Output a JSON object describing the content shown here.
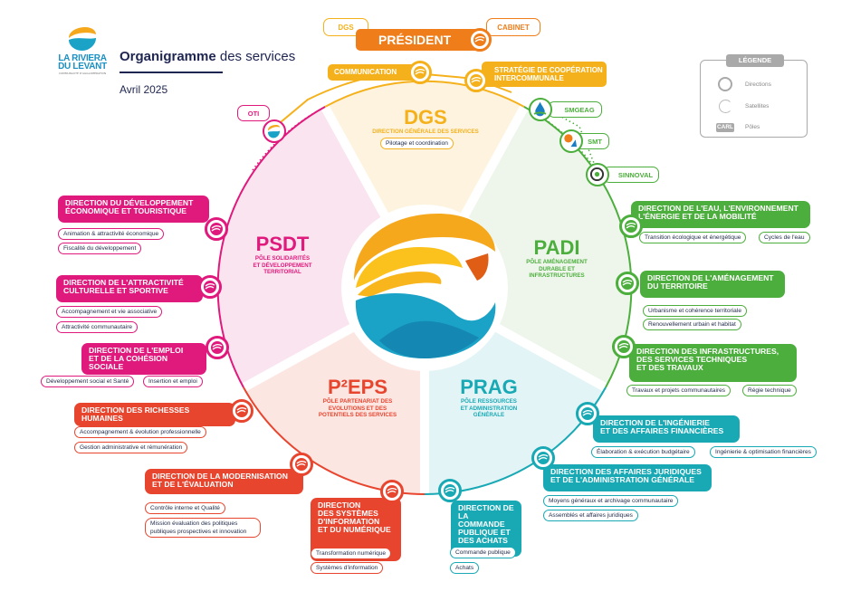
{
  "header": {
    "logo_line1": "LA RIVIERA",
    "logo_line2": "DU LEVANT",
    "logo_sub": "COMMUNAUTÉ D'AGGLOMÉRATION",
    "title_bold": "Organigramme",
    "title_rest": " des services",
    "date": "Avril 2025"
  },
  "colors": {
    "dgs": "#f5b11b",
    "president": "#ef7d1a",
    "padi": "#4cae3c",
    "prag": "#18a9b5",
    "p2eps": "#e8452f",
    "psdt": "#e0197d",
    "navy": "#1e2550"
  },
  "top": {
    "dgs_tag": "DGS",
    "president": "PRÉSIDENT",
    "cabinet": "CABINET",
    "communication": "COMMUNICATION",
    "strategie": [
      "STRATÉGIE DE COOPÉRATION",
      "INTERCOMMUNALE"
    ]
  },
  "legend": {
    "title": "LÉGENDE",
    "items": [
      {
        "icon": "direction-emblem-icon",
        "label": "Directions"
      },
      {
        "icon": "satellite-ring-icon",
        "label": "Satellites"
      },
      {
        "icon": "pole-tag",
        "tag": "CARL",
        "label": "Pôles"
      }
    ]
  },
  "satellites": [
    {
      "name": "OTI",
      "icon": "tourism-office-icon"
    },
    {
      "name": "SMGEAG",
      "icon": "water-drop-icon"
    },
    {
      "name": "SMT",
      "icon": "transport-icon"
    },
    {
      "name": "SINNOVAL",
      "icon": "waste-recycling-icon"
    }
  ],
  "poles": {
    "dgs": {
      "code": "DGS",
      "full": "DIRECTION GÉNÉRALE DES SERVICES",
      "sub": "Pilotage et coordination"
    },
    "padi": {
      "code": "PADI",
      "full": [
        "PÔLE AMÉNAGEMENT",
        "DURABLE ET",
        "INFRASTRUCTURES"
      ]
    },
    "prag": {
      "code": "PRAG",
      "full": [
        "PÔLE RESSOURCES",
        "ET ADMINISTRATION",
        "GÉNÉRALE"
      ]
    },
    "p2eps": {
      "code": "P²EPS",
      "full": [
        "PÔLE PARTENARIAT DES",
        "EVOLUTIONS ET DES",
        "POTENTIELS DES SERVICES"
      ]
    },
    "psdt": {
      "code": "PSDT",
      "full": [
        "PÔLE SOLIDARITÉS",
        "ET DÉVELOPPEMENT",
        "TERRITORIAL"
      ]
    }
  },
  "directions": {
    "padi": [
      {
        "title": [
          "DIRECTION DE L'EAU, L'ENVIRONNEMENT",
          "L'ÉNERGIE ET DE LA MOBILITÉ"
        ],
        "services": [
          "Transition écologique et énergétique",
          "Cycles de l'eau"
        ]
      },
      {
        "title": [
          "DIRECTION DE L'AMÉNAGEMENT",
          "DU TERRITOIRE"
        ],
        "services": [
          "Urbanisme et cohérence territoriale",
          "Renouvellement urbain et habitat"
        ]
      },
      {
        "title": [
          "DIRECTION DES INFRASTRUCTURES,",
          "DES SERVICES TECHNIQUES",
          "ET DES TRAVAUX"
        ],
        "services": [
          "Travaux et projets communautaires",
          "Régie technique"
        ]
      }
    ],
    "prag": [
      {
        "title": [
          "DIRECTION DE L'INGÉNIERIE",
          "ET DES AFFAIRES FINANCIÈRES"
        ],
        "services": [
          "Élaboration & exécution budgétaire",
          "Ingénierie & optimisation financières"
        ]
      },
      {
        "title": [
          "DIRECTION DES AFFAIRES JURIDIQUES",
          "ET DE L'ADMINISTRATION GÉNÉRALE"
        ],
        "services": [
          "Moyens généraux et archivage communautaire",
          "Assemblés et affaires juridiques"
        ]
      },
      {
        "title": [
          "DIRECTION DE",
          "LA COMMANDE",
          "PUBLIQUE ET",
          "DES ACHATS"
        ],
        "services": [
          "Commande publique",
          "Achats"
        ]
      }
    ],
    "p2eps": [
      {
        "title": [
          "DIRECTION",
          "DES SYSTÈMES",
          "D'INFORMATION",
          "ET DU NUMÉRIQUE"
        ],
        "services": [
          "Transformation numérique",
          "Systèmes d'information"
        ]
      },
      {
        "title": [
          "DIRECTION DE LA MODERNISATION",
          "ET DE L'ÉVALUATION"
        ],
        "services": [
          "Contrôle interne et Qualité",
          "Mission évaluation des politiques publiques prospectives et innovation"
        ]
      },
      {
        "title": [
          "DIRECTION DES RICHESSES HUMAINES"
        ],
        "services": [
          "Accompagnement & évolution professionnelle",
          "Gestion administrative et rémunération"
        ]
      }
    ],
    "psdt": [
      {
        "title": [
          "DIRECTION DE L'EMPLOI",
          "ET DE LA COHÉSION SOCIALE"
        ],
        "services": [
          "Développement social et Santé",
          "Insertion et emploi"
        ]
      },
      {
        "title": [
          "DIRECTION DE L'ATTRACTIVITÉ",
          "CULTURELLE ET SPORTIVE"
        ],
        "services": [
          "Accompagnement et vie associative",
          "Attractivité communautaire"
        ]
      },
      {
        "title": [
          "DIRECTION DU DÉVELOPPEMENT",
          "ÉCONOMIQUE ET TOURISTIQUE"
        ],
        "services": [
          "Animation & attractivité économique",
          "Fiscalité du développement"
        ]
      }
    ]
  }
}
